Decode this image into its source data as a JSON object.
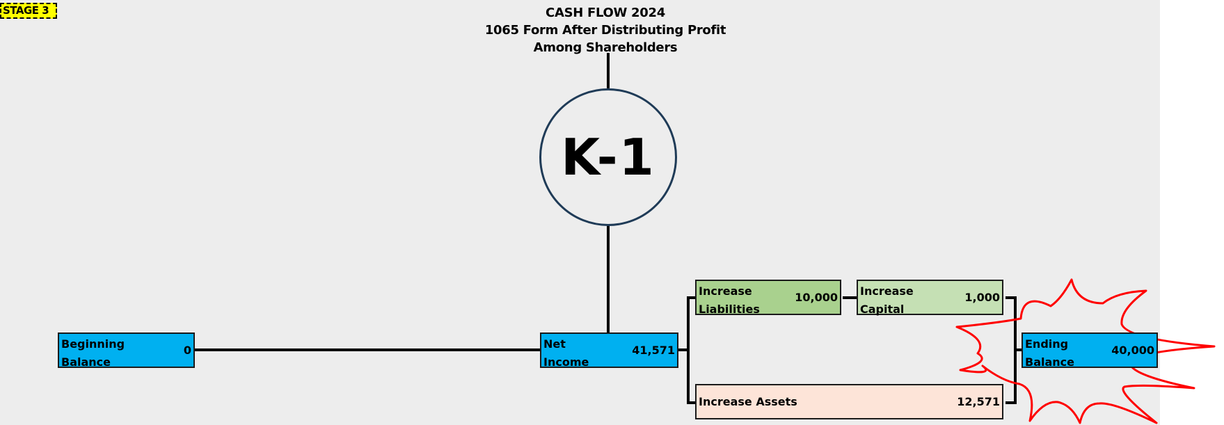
{
  "stage_badge": "STAGE 3",
  "title": {
    "line1": "CASH FLOW 2024",
    "line2": "1065 Form After Distributing Profit",
    "line3": "Among Shareholders"
  },
  "k1_circle": {
    "label": "K-1"
  },
  "nodes": {
    "beginning_balance": {
      "label_line1": "Beginning",
      "label_line2": "Balance",
      "value": "0"
    },
    "net_income": {
      "label_line1": "Net",
      "label_line2": "Income",
      "value": "41,571"
    },
    "increase_liabilities": {
      "label_line1": "Increase",
      "label_line2": "Liabilities",
      "value": "10,000"
    },
    "increase_capital": {
      "label_line1": "Increase",
      "label_line2": "Capital",
      "value": "1,000"
    },
    "increase_assets": {
      "label": "Increase Assets",
      "value": "12,571"
    },
    "ending_balance": {
      "label_line1": "Ending",
      "label_line2": "Balance",
      "value": "40,000"
    }
  },
  "colors": {
    "canvas": "#ededed",
    "balance_box": "#00b0f0",
    "liabilities_box": "#a9d18e",
    "capital_box": "#c5e0b4",
    "assets_box": "#fde4d8",
    "highlight_burst": "#ff0000",
    "stage_badge": "#ffff00",
    "k1_ring": "#1f3b57"
  }
}
